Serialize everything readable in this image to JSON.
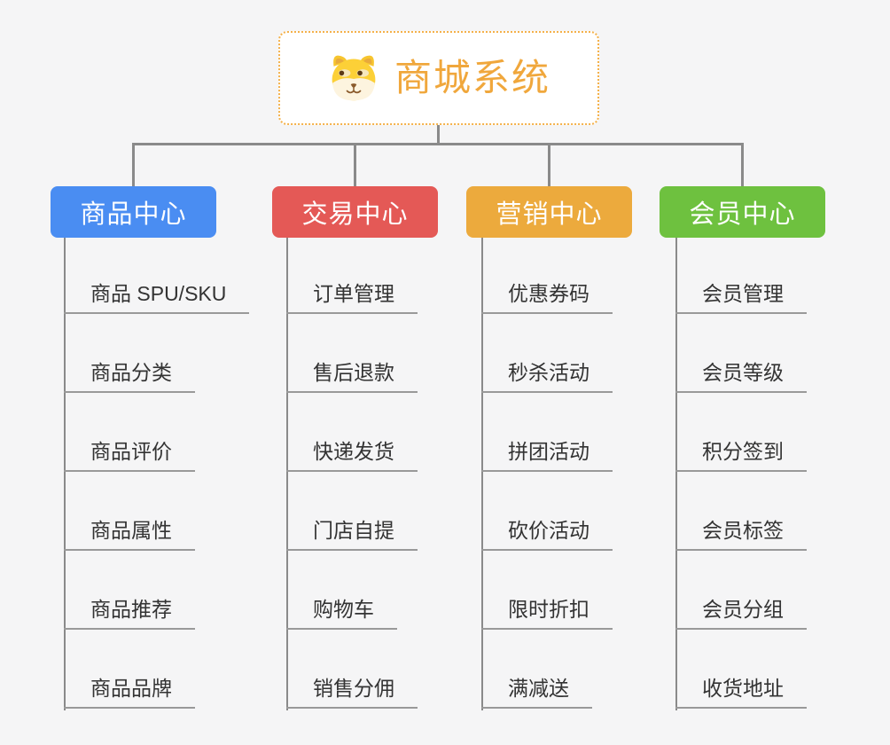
{
  "root": {
    "title": "商城系统",
    "icon": "dog-face-icon"
  },
  "branches": [
    {
      "label": "商品中心",
      "color": "#4a8df2",
      "items": [
        "商品 SPU/SKU",
        "商品分类",
        "商品评价",
        "商品属性",
        "商品推荐",
        "商品品牌"
      ]
    },
    {
      "label": "交易中心",
      "color": "#e45956",
      "items": [
        "订单管理",
        "售后退款",
        "快递发货",
        "门店自提",
        "购物车",
        "销售分佣"
      ]
    },
    {
      "label": "营销中心",
      "color": "#ecaa3d",
      "items": [
        "优惠券码",
        "秒杀活动",
        "拼团活动",
        "砍价活动",
        "限时折扣",
        "满减送"
      ]
    },
    {
      "label": "会员中心",
      "color": "#6ec13f",
      "items": [
        "会员管理",
        "会员等级",
        "积分签到",
        "会员标签",
        "会员分组",
        "收货地址"
      ]
    }
  ],
  "colors": {
    "background": "#f5f5f6",
    "connector_line": "#8a8a8a",
    "item_underline": "#999999",
    "item_text": "#333333",
    "root_border": "#f4b14a",
    "root_text": "#f0a73c"
  }
}
